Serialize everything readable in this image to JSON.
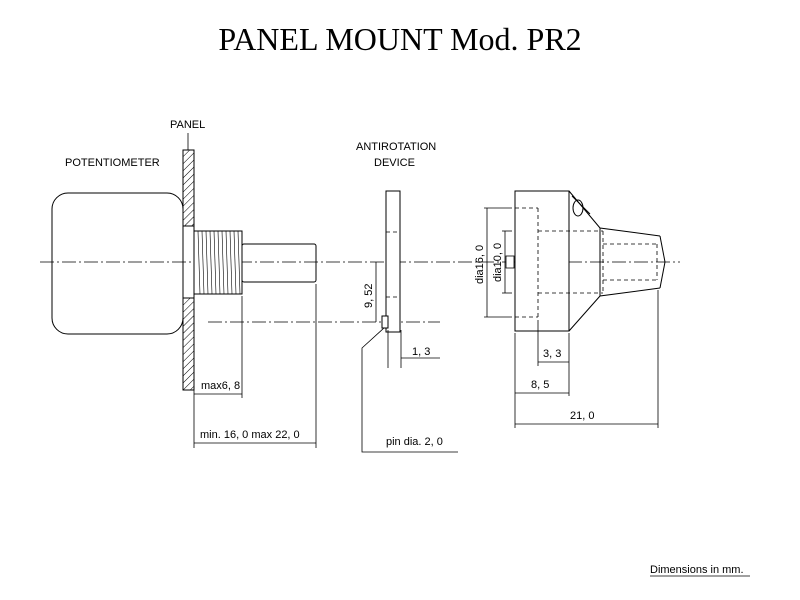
{
  "title": "PANEL MOUNT Mod. PR2",
  "labels": {
    "panel": "PANEL",
    "potentiometer": "POTENTIOMETER",
    "antirotation_line1": "ANTIROTATION",
    "antirotation_line2": "DEVICE"
  },
  "dimensions": {
    "max_thickness": "max6, 8",
    "shaft_length": "min. 16, 0 max 22, 0",
    "offset": "9, 52",
    "pin_thickness": "1, 3",
    "pin_diameter": "pin dia. 2, 0",
    "dia_outer": "dia16, 0",
    "dia_inner": "dia10, 0",
    "len_3_3": "3, 3",
    "len_8_5": "8, 5",
    "len_21_0": "21, 0"
  },
  "footer": {
    "note": "Dimensions in mm."
  }
}
